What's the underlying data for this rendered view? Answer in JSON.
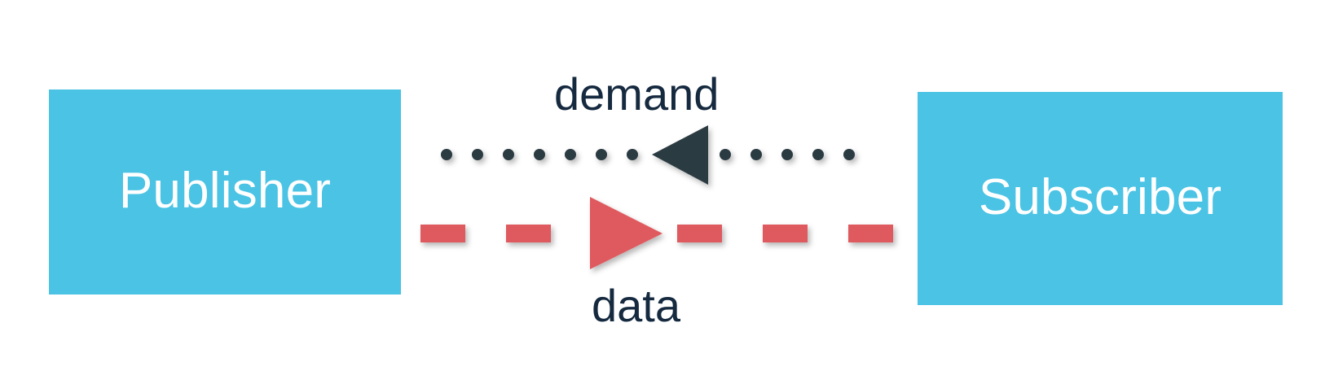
{
  "diagram": {
    "title": "Publisher Subscriber back-pressure flow",
    "background": "#ffffff",
    "nodes": [
      {
        "id": "publisher",
        "label": "Publisher",
        "fill": "#4AC3E4",
        "text_color": "#ffffff"
      },
      {
        "id": "subscriber",
        "label": "Subscriber",
        "fill": "#4AC3E4",
        "text_color": "#ffffff"
      }
    ],
    "edges": [
      {
        "id": "demand",
        "label": "demand",
        "from": "subscriber",
        "to": "publisher",
        "direction": "right-to-left",
        "line_style": "dotted",
        "color": "#2C3A42",
        "label_color": "#15293F",
        "dot_diameter": 14,
        "dot_spacing": 38
      },
      {
        "id": "data",
        "label": "data",
        "from": "publisher",
        "to": "subscriber",
        "direction": "left-to-right",
        "line_style": "dashed",
        "color": "#DF5A5E",
        "label_color": "#15293F",
        "dash_length": 55,
        "dash_gap": 50,
        "dash_thickness": 22
      }
    ],
    "colors": {
      "node_blue": "#4AC3E4",
      "demand_dark": "#2C3A42",
      "data_red": "#DF5A5E",
      "label_navy": "#15293F",
      "shadow": "rgba(0,0,0,0.25)"
    }
  }
}
